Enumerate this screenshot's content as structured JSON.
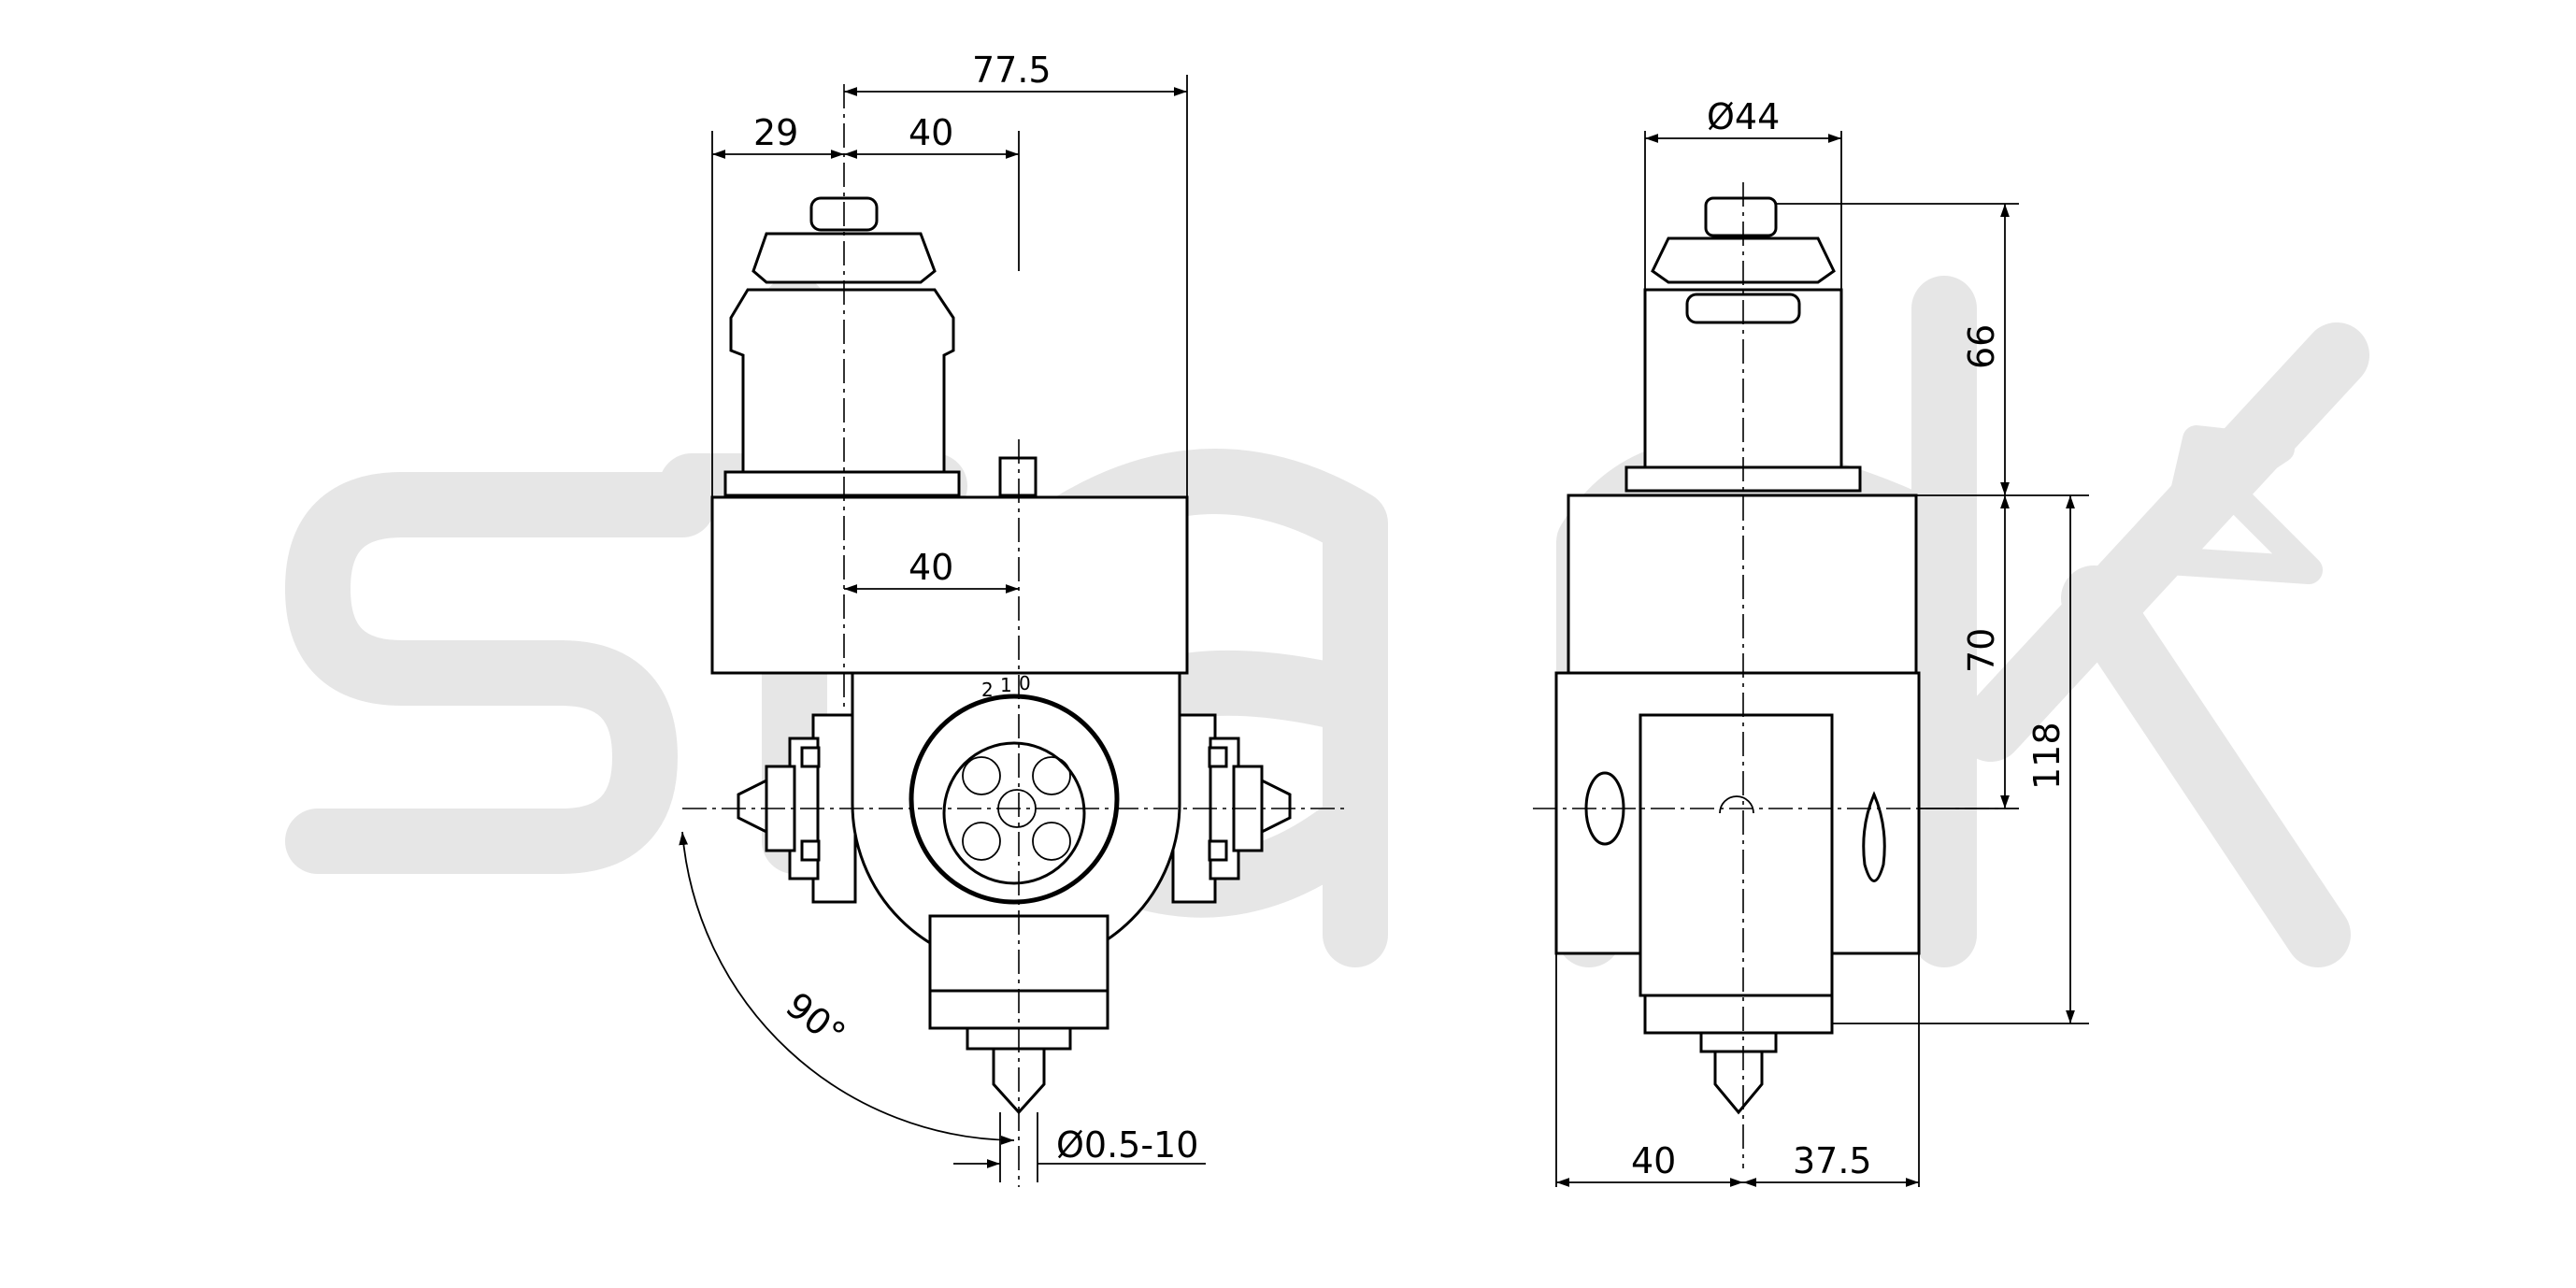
{
  "watermark": {
    "text": "stark",
    "color": "#e6e6e6"
  },
  "front_view": {
    "dimensions": {
      "overall_width": "77.5",
      "left_offset": "29",
      "upper_offset": "40",
      "inner_offset": "40",
      "rotation_angle": "90°",
      "collet_range": "Ø0.5-10"
    },
    "angle_scale": {
      "labels": [
        "2",
        "1",
        "0"
      ]
    }
  },
  "side_view": {
    "dimensions": {
      "diameter": "Ø44",
      "drive_height": "66",
      "body_height": "70",
      "total_height": "118",
      "left_width": "40",
      "right_width": "37.5"
    }
  },
  "colors": {
    "line": "#000000",
    "background": "#ffffff",
    "watermark": "#e6e6e6"
  }
}
